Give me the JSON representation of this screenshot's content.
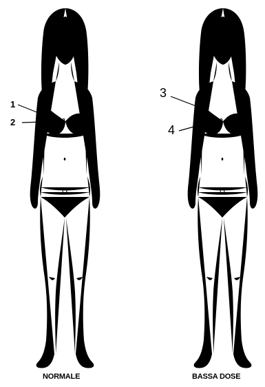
{
  "figures": [
    {
      "caption": "NORMALE",
      "markers": [
        {
          "label": "1"
        },
        {
          "label": "2"
        }
      ]
    },
    {
      "caption": "BASSA DOSE",
      "markers": [
        {
          "label": "3"
        },
        {
          "label": "4"
        }
      ]
    }
  ],
  "colors": {
    "line": "#000000",
    "background": "#ffffff"
  }
}
